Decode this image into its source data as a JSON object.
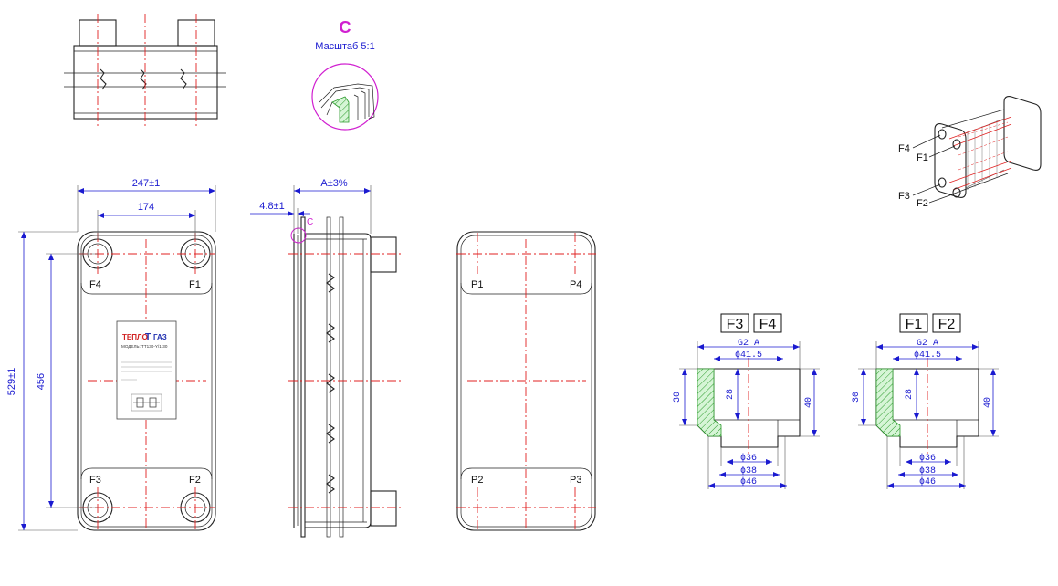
{
  "detail": {
    "letter": "C",
    "scale_label": "Масштаб 5:1",
    "marker_letter": "C"
  },
  "front": {
    "width_dim": "247±1",
    "port_spacing_h": "174",
    "height_dim": "529±1",
    "port_spacing_v": "456",
    "ports": {
      "tl": "F4",
      "tr": "F1",
      "bl": "F3",
      "br": "F2"
    }
  },
  "side": {
    "thickness_dim": "A±3%",
    "offset_dim": "4.8±1"
  },
  "back": {
    "ports": {
      "tl": "P1",
      "tr": "P4",
      "bl": "P2",
      "br": "P3"
    }
  },
  "iso": {
    "labels": [
      "F4",
      "F1",
      "F3",
      "F2"
    ]
  },
  "plate": {
    "brand_left": "ТЕПЛО",
    "brand_mid": "Т",
    "brand_right": "ГАЗ",
    "model": "МОДЕЛЬ: ТТ130-Y/1-30"
  },
  "connections": [
    {
      "tags": [
        "F3",
        "F4"
      ],
      "thread": "G2 A",
      "d1": "ϕ41.5",
      "h1": "28",
      "h2": "30",
      "h3": "40",
      "d2": "ϕ36",
      "d3": "ϕ38",
      "d4": "ϕ46"
    },
    {
      "tags": [
        "F1",
        "F2"
      ],
      "thread": "G2 A",
      "d1": "ϕ41.5",
      "h1": "28",
      "h2": "30",
      "h3": "40",
      "d2": "ϕ36",
      "d3": "ϕ38",
      "d4": "ϕ46"
    }
  ]
}
